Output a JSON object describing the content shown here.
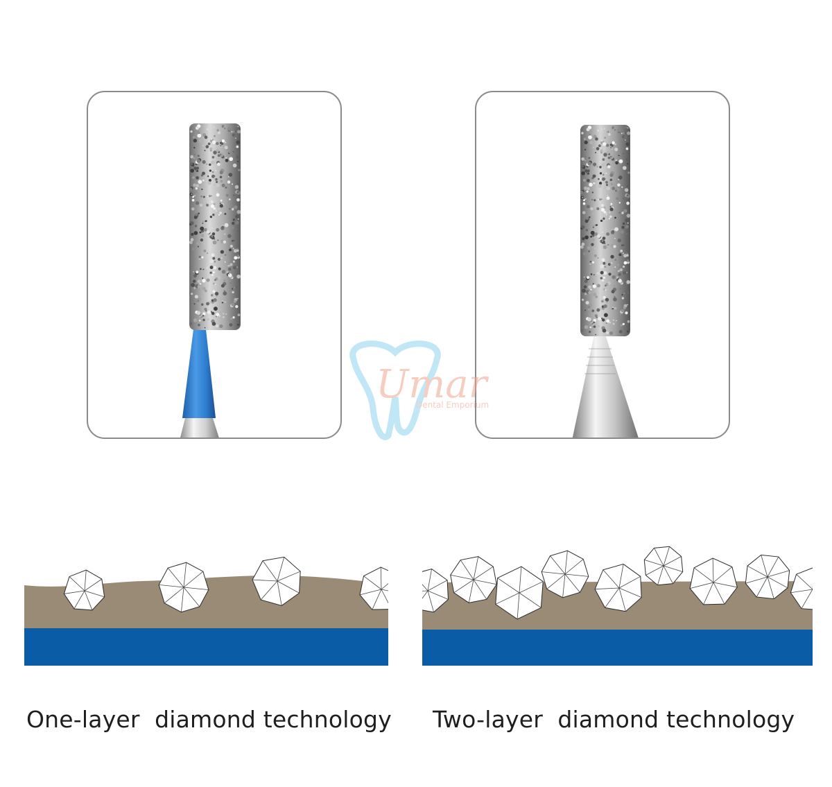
{
  "captions": {
    "one_layer": "One-layer  diamond technology",
    "two_layer": "Two-layer  diamond technology"
  },
  "watermark": {
    "brand": "Umar",
    "subtitle": "Dental Emporium"
  },
  "colors": {
    "matrix_brown": "#9a8b77",
    "base_blue": "#0a5ca6",
    "shank_blue": "#2f80d0",
    "panel_border": "#8a8a8a",
    "diamond_grit": "#9a9a9a",
    "steel": "#c9c9c9",
    "watermark_tooth": "#8fd3ee",
    "watermark_text": "#f0a58f"
  },
  "icons": [
    "tooth-logo-icon",
    "diamond-crystal-icon"
  ]
}
